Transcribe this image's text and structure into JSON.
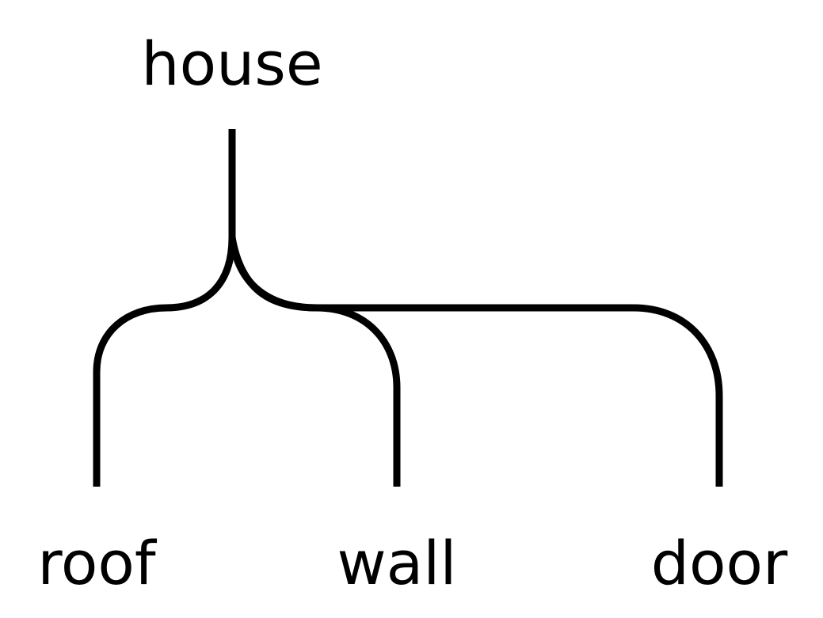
{
  "tree": {
    "root": {
      "label": "house"
    },
    "children": [
      {
        "label": "roof"
      },
      {
        "label": "wall"
      },
      {
        "label": "door"
      }
    ]
  },
  "colors": {
    "line": "#000000",
    "text": "#000000",
    "background": "#ffffff"
  }
}
